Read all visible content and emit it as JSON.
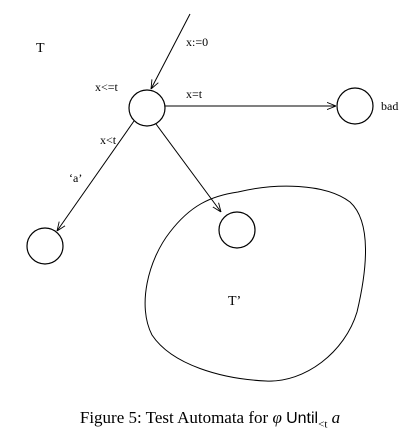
{
  "diagram": {
    "automaton_label": "T",
    "subautomaton_label": "T’",
    "edge_labels": {
      "entry": "x:=0",
      "self_guard": "x<=t",
      "to_bad": "x=t",
      "to_left": "x<t",
      "action": "‘a’"
    },
    "state_labels": {
      "bad": "bad"
    }
  },
  "caption": {
    "prefix": "Figure 5:  Test Automata for ",
    "phi": "φ",
    "until": "Until",
    "subscript": "<t",
    "a": "a"
  }
}
